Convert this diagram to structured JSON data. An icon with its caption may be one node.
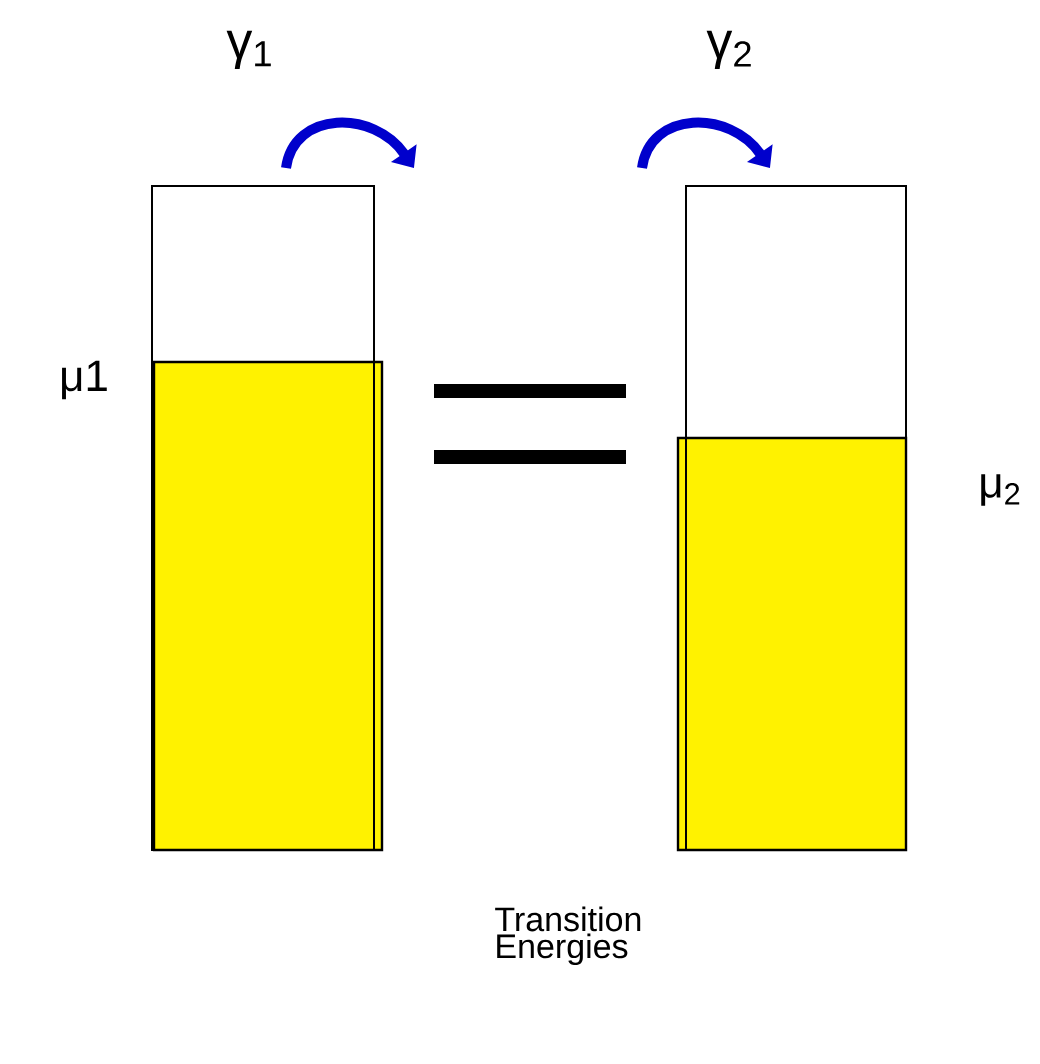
{
  "diagram": {
    "nodes": [
      {
        "text": [],
        "shape": "bar",
        "beside": [
          "γ$_{1}$",
          "μ1"
        ]
      },
      {
        "text": [],
        "shape": "bar",
        "beside": [
          "γ$_{2}$",
          "μ$_{2}$"
        ]
      }
    ],
    "labels": [
      "Transition Energies"
    ]
  }
}
